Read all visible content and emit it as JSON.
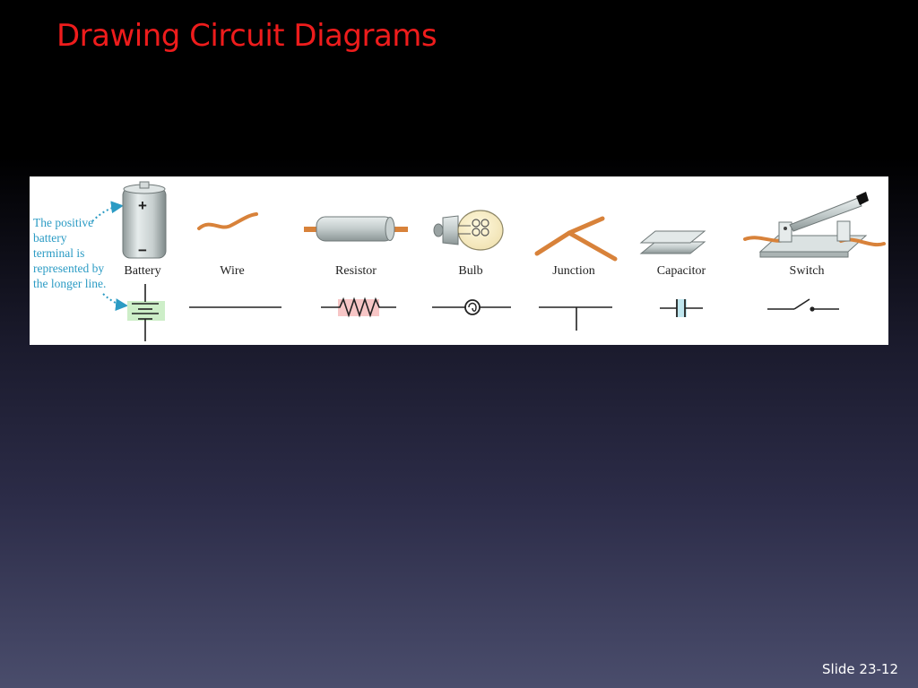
{
  "slide": {
    "title": "Drawing Circuit Diagrams",
    "number": "Slide 23-12"
  },
  "figure": {
    "note_lines": [
      "The positive",
      "battery",
      "terminal is",
      "represented by",
      "the longer line."
    ],
    "plus_sign": "+",
    "minus_sign": "−",
    "components": [
      {
        "label": "Battery",
        "icon": "battery-icon",
        "symbol": "battery-symbol"
      },
      {
        "label": "Wire",
        "icon": "wire-icon",
        "symbol": "wire-symbol"
      },
      {
        "label": "Resistor",
        "icon": "resistor-icon",
        "symbol": "resistor-symbol"
      },
      {
        "label": "Bulb",
        "icon": "bulb-icon",
        "symbol": "bulb-symbol"
      },
      {
        "label": "Junction",
        "icon": "junction-icon",
        "symbol": "junction-symbol"
      },
      {
        "label": "Capacitor",
        "icon": "capacitor-icon",
        "symbol": "capacitor-symbol"
      },
      {
        "label": "Switch",
        "icon": "switch-icon",
        "symbol": "switch-symbol"
      }
    ],
    "colors": {
      "title": "#ee1c1c",
      "note": "#2b9bc4",
      "wire": "#d8823a",
      "battery_highlight": "#cdeec8",
      "resistor_highlight": "#f7c6c6",
      "capacitor_highlight": "#bfe6ee"
    }
  }
}
